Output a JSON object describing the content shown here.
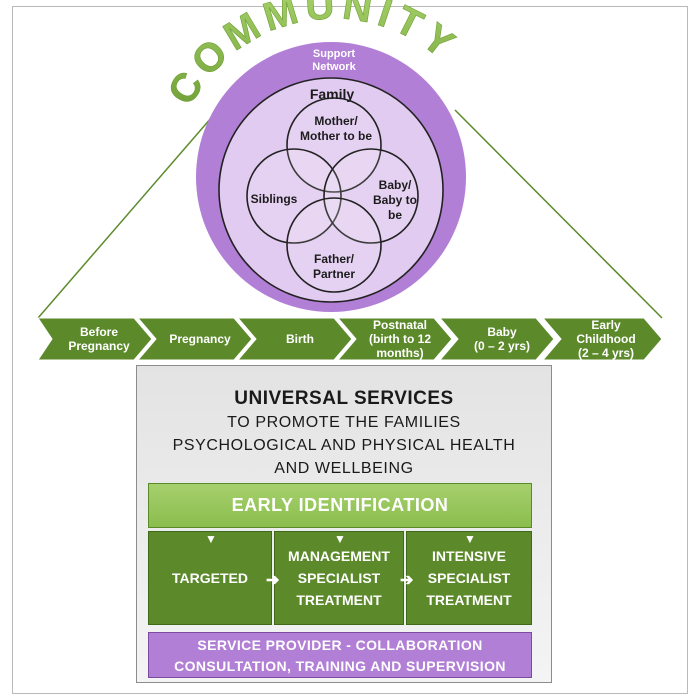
{
  "community": {
    "title": "COMMUNITY",
    "support_network": "Support\nNetwork",
    "family": "Family"
  },
  "venn": {
    "mother": "Mother/\nMother to be",
    "siblings": "Siblings",
    "baby": "Baby/\nBaby to\nbe",
    "father": "Father/\nPartner"
  },
  "timeline": [
    "Before\nPregnancy",
    "Pregnancy",
    "Birth",
    "Postnatal\n(birth to 12\nmonths)",
    "Baby\n(0 – 2 yrs)",
    "Early\nChildhood\n(2 – 4 yrs)"
  ],
  "services": {
    "title": "UNIVERSAL SERVICES",
    "line1": "TO PROMOTE THE FAMILIES",
    "line2": "PSYCHOLOGICAL AND PHYSICAL HEALTH",
    "line3": "AND WELLBEING",
    "early_identification": "EARLY IDENTIFICATION",
    "targeted": "TARGETED",
    "management": "MANAGEMENT\nSPECIALIST\nTREATMENT",
    "intensive": "INTENSIVE\nSPECIALIST\nTREATMENT",
    "provider_line1": "SERVICE PROVIDER - COLLABORATION",
    "provider_line2": "CONSULTATION, TRAINING AND SUPERVISION"
  },
  "colors": {
    "green_dark": "#5c8a2b",
    "green_light": "#8bbd4e",
    "purple_ring": "#b27fd6",
    "purple_light": "#e2cbf1"
  }
}
